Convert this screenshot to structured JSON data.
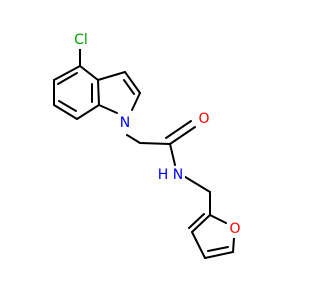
{
  "structure": {
    "atoms": [
      {
        "id": "cl",
        "text": "Cl",
        "color": "#00a000"
      },
      {
        "id": "n1",
        "text": "N",
        "color": "#0000ff"
      },
      {
        "id": "o1",
        "text": "O",
        "color": "#ff0000"
      },
      {
        "id": "n2",
        "text": "N",
        "color": "#0000ff"
      },
      {
        "id": "h2",
        "text": "H",
        "color": "#0000ff"
      },
      {
        "id": "o2",
        "text": "O",
        "color": "#ff0000"
      }
    ],
    "bond_color": "#000000"
  }
}
